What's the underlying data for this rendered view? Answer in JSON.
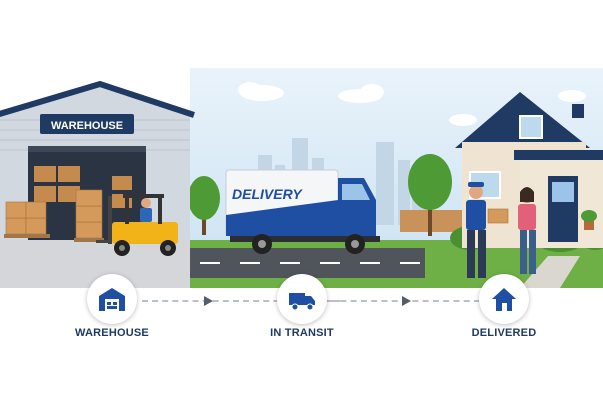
{
  "scene": {
    "warehouse_sign": "WAREHOUSE",
    "truck_text": "DELIVERY"
  },
  "steps": [
    {
      "label": "WAREHOUSE",
      "icon": "warehouse-icon"
    },
    {
      "label": "IN TRANSIT",
      "icon": "truck-icon"
    },
    {
      "label": "DELIVERED",
      "icon": "house-icon"
    }
  ],
  "colors": {
    "primary_blue": "#1f4fa3",
    "navy": "#1f3a63",
    "forklift_yellow": "#f2b318",
    "grass": "#5aa83c",
    "sky": "#dcecf7"
  }
}
